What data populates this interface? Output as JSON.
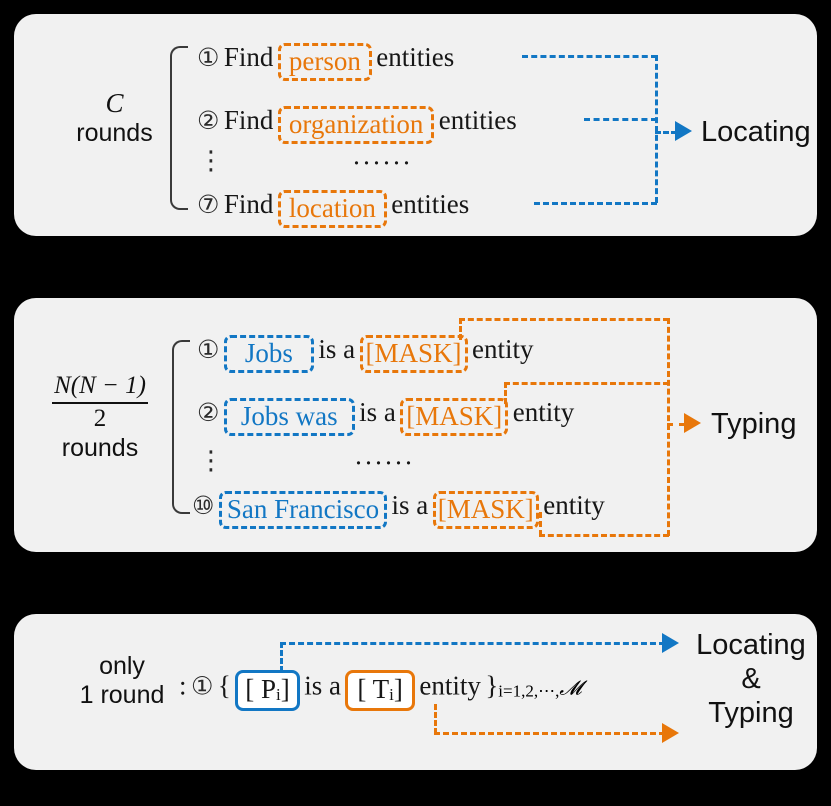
{
  "figure": {
    "background_color": "#000000",
    "panel_color": "#f1f1f1",
    "accent_blue": "#1277c4",
    "accent_orange": "#e8770a"
  },
  "panel_locating": {
    "side_label": {
      "symbol": "C",
      "word": "rounds"
    },
    "rows": [
      {
        "index": "①",
        "verb": "Find",
        "entity": "person",
        "tail": "entities"
      },
      {
        "index": "②",
        "verb": "Find",
        "entity": "organization",
        "tail": "entities"
      },
      {
        "index": "⋮",
        "verb": "",
        "entity": "",
        "tail": "······"
      },
      {
        "index": "⑦",
        "verb": "Find",
        "entity": "location",
        "tail": "entities"
      }
    ],
    "output_label": "Locating"
  },
  "panel_typing": {
    "side_label": {
      "numerator": "N(N − 1)",
      "denominator": "2",
      "word": "rounds"
    },
    "rows": [
      {
        "index": "①",
        "span": "Jobs",
        "mid": "is a",
        "mask": "[MASK]",
        "tail": "entity"
      },
      {
        "index": "②",
        "span": "Jobs was",
        "mid": "is a",
        "mask": "[MASK]",
        "tail": "entity"
      },
      {
        "index": "⋮",
        "span": "",
        "mid": "",
        "mask": "",
        "tail": "······"
      },
      {
        "index": "⑩",
        "span": "San Francisco",
        "mid": "is a",
        "mask": "[MASK]",
        "tail": "entity"
      }
    ],
    "output_label": "Typing"
  },
  "panel_both": {
    "side_label_line1": "only",
    "side_label_line2": "1 round",
    "colon": ":",
    "index": "①",
    "open_brace": "{",
    "span_token": "[ P",
    "span_sub": "i",
    "span_close": "]",
    "mid": "is a",
    "type_token": "[ T",
    "type_sub": "i",
    "type_close": "]",
    "tail": "entity",
    "close_brace": "}",
    "subscript": "i=1,2,⋯,",
    "subscript_symbol": "𝓜",
    "output_line1": "Locating",
    "output_line2": "&",
    "output_line3": "Typing"
  }
}
